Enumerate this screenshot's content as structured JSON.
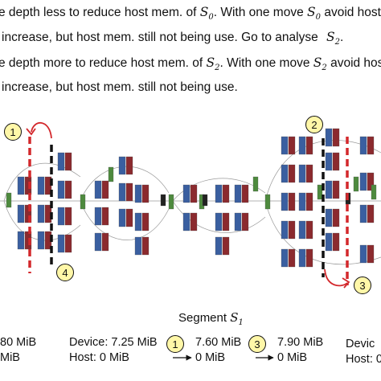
{
  "instructions": [
    {
      "pre": "e depth less to reduce host mem. of ",
      "sym": "S",
      "sub": "0",
      "mid": ". With one move ",
      "sym2": "S",
      "sub2": "0",
      "post": " avoid host"
    },
    {
      "pre": "increase, but host mem. still not being use. Go to analyse ",
      "sym": "S",
      "sub": "2",
      "mid": ".",
      "sym2": "",
      "sub2": "",
      "post": ""
    },
    {
      "pre": "e depth more to reduce host mem. of ",
      "sym": "S",
      "sub": "2",
      "mid": ". With one move ",
      "sym2": "S",
      "sub2": "2",
      "post": " avoid host"
    },
    {
      "pre": "increase, but host mem. still not being use.",
      "sym": "",
      "sub": "",
      "mid": "",
      "sym2": "",
      "sub2": "",
      "post": ""
    }
  ],
  "markers": [
    "1",
    "2",
    "3",
    "4"
  ],
  "segment_label": {
    "text": "Segment ",
    "sym": "S",
    "sub": "1"
  },
  "memory": {
    "left_device": "80 MiB",
    "left_host": "MiB",
    "s1_device": "Device: 7.25 MiB",
    "s1_host": "Host: 0 MiB",
    "m1_value": "7.60 MiB",
    "m1_host": "0 MiB",
    "m3_value": "7.90 MiB",
    "m3_host": "0 MiB",
    "right_device": "Devic",
    "right_host": "Host: 0"
  },
  "colors": {
    "cut_red": "#d3282c",
    "cut_black": "#111111",
    "block_blue": "#3a5fa0",
    "block_red": "#8b2a2e",
    "block_green": "#4e8a3e",
    "marker_fill": "#fff7a8"
  }
}
